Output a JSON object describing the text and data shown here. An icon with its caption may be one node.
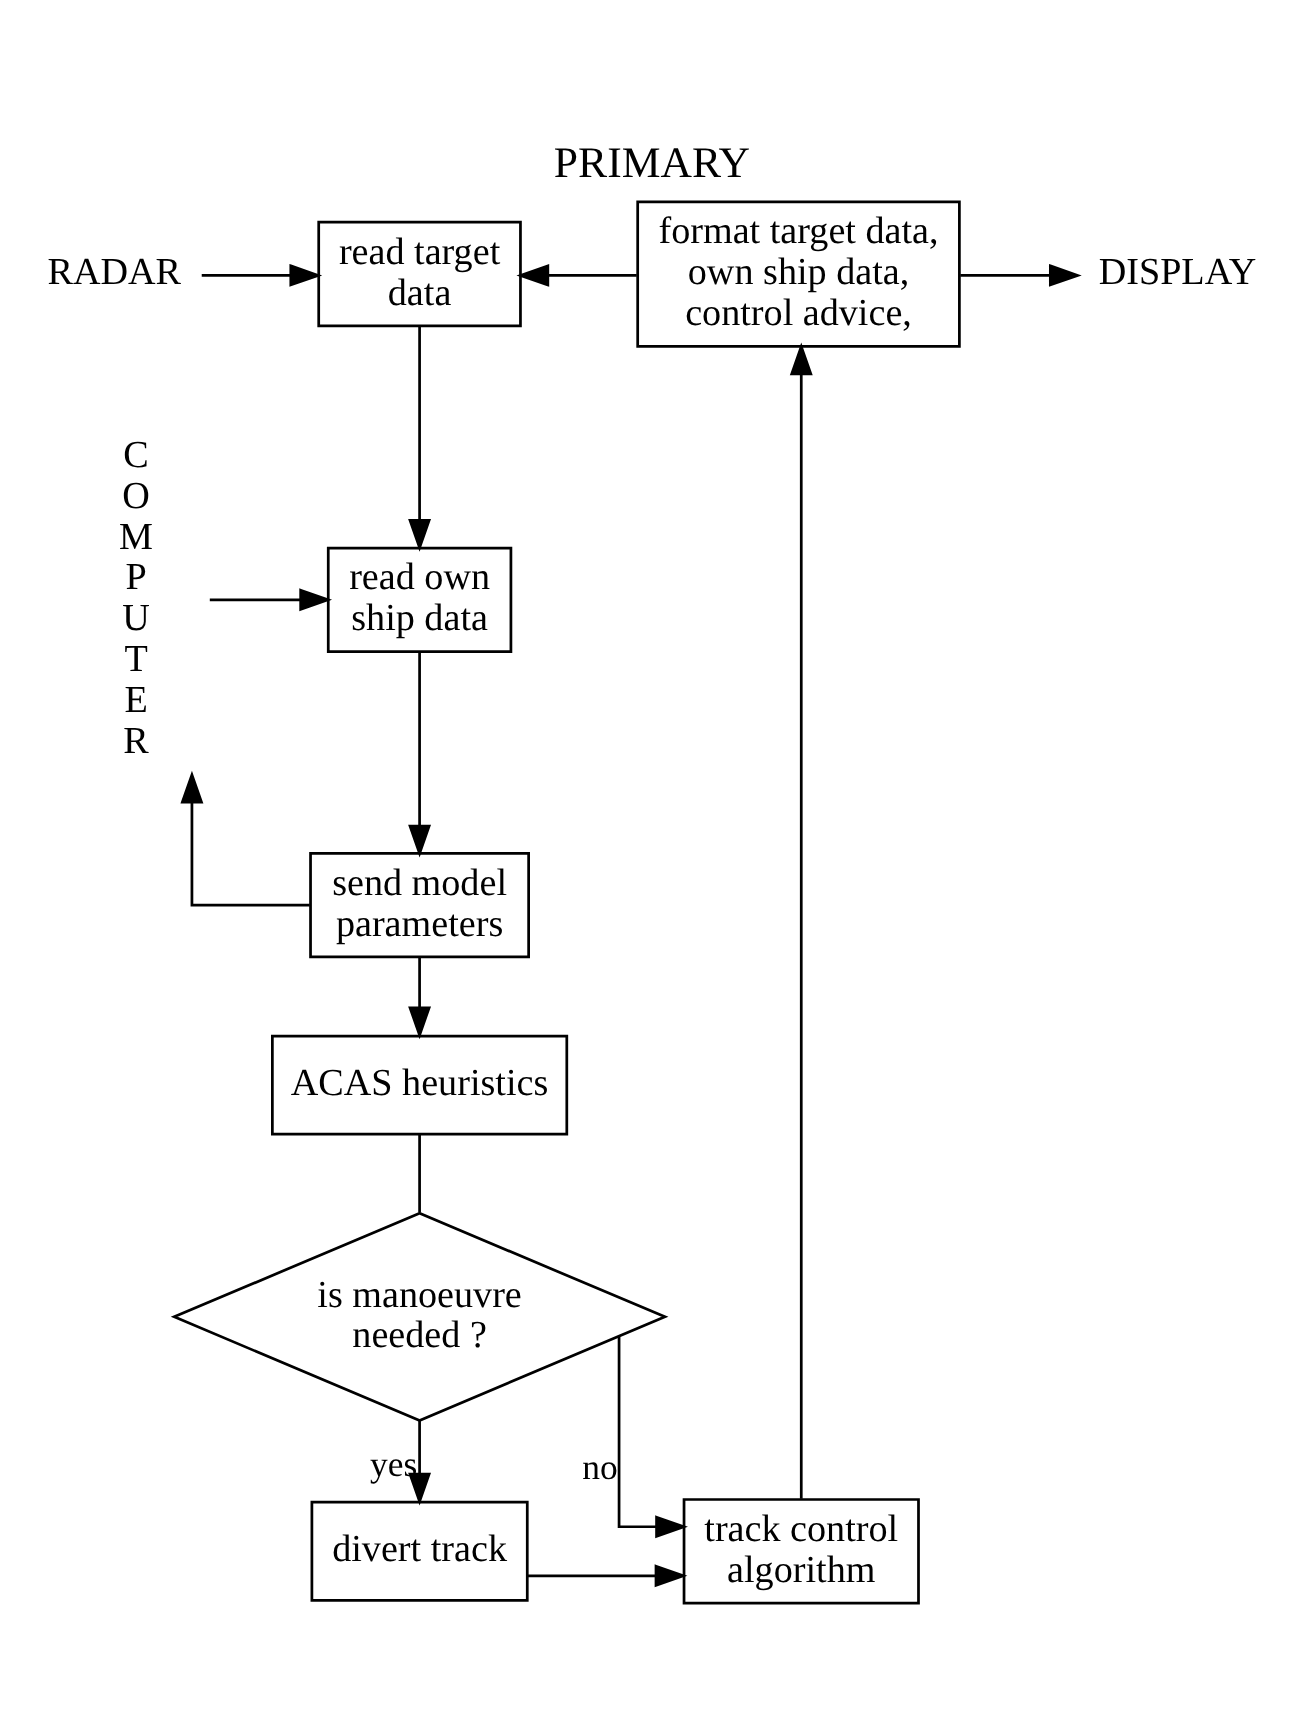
{
  "diagram": {
    "title": "PRIMARY",
    "nodes": [
      {
        "text": [
          "RADAR"
        ]
      },
      {
        "text": [
          "read target data"
        ]
      },
      {
        "text": [
          "COMPUTER"
        ]
      },
      {
        "text": [
          "read own ship data"
        ]
      },
      {
        "text": [
          "send model parameters"
        ]
      },
      {
        "text": [
          "ACAS heuristics"
        ]
      },
      {
        "text": [
          "is manoeuvre needed ?"
        ]
      },
      {
        "text": [
          "divert track"
        ]
      },
      {
        "text": [
          "track control algorithm"
        ]
      },
      {
        "text": [
          "format target data, own ship data, control advice,"
        ]
      },
      {
        "text": [
          "DISPLAY"
        ]
      }
    ],
    "edges": [
      {
        "from": 0,
        "to": 1,
        "arrow": "to"
      },
      {
        "from": 2,
        "to": 3,
        "arrow": "to"
      },
      {
        "from": 1,
        "to": 3,
        "arrow": "to"
      },
      {
        "from": 3,
        "to": 4,
        "arrow": "to"
      },
      {
        "from": 4,
        "to": 2,
        "arrow": "to"
      },
      {
        "from": 4,
        "to": 5,
        "arrow": "to"
      },
      {
        "from": 5,
        "to": 6,
        "arrow": "none"
      },
      {
        "from": 6,
        "to": 7,
        "arrow": "to",
        "label": "yes"
      },
      {
        "from": 6,
        "to": 8,
        "arrow": "to",
        "label": "no"
      },
      {
        "from": 7,
        "to": 8,
        "arrow": "to"
      },
      {
        "from": 8,
        "to": 9,
        "arrow": "to"
      },
      {
        "from": 9,
        "to": 1,
        "arrow": "to"
      },
      {
        "from": 9,
        "to": 10,
        "arrow": "to"
      }
    ]
  }
}
